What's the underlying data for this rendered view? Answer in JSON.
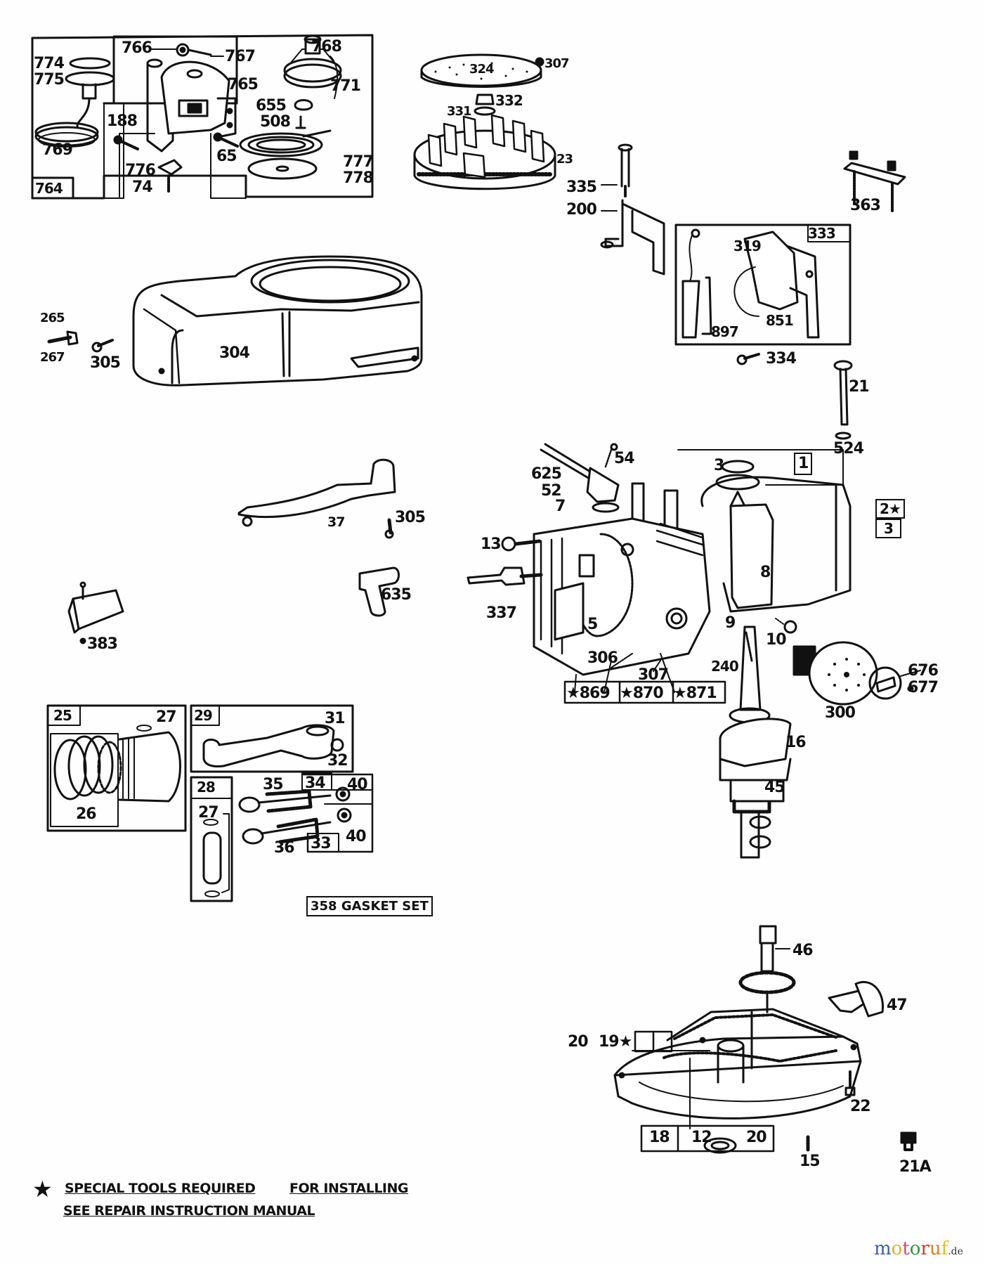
{
  "diagram": {
    "title": "Engine exploded parts diagram",
    "labels": {
      "l774": "774",
      "l775": "775",
      "l769": "769",
      "l764": "764",
      "l766": "766",
      "l767": "767",
      "l765": "765",
      "l188": "188",
      "l776": "776",
      "l74": "74",
      "l65": "65",
      "l768": "768",
      "l771": "771",
      "l655": "655",
      "l508": "508",
      "l777": "777",
      "l778": "778",
      "l324": "324",
      "l307a": "307",
      "l332": "332",
      "l331": "331",
      "l23": "23",
      "l335": "335",
      "l200": "200",
      "l363": "363",
      "l333": "333",
      "l319": "319",
      "l851": "851",
      "l897": "897",
      "l334": "334",
      "l265": "265",
      "l267": "267",
      "l305a": "305",
      "l304": "304",
      "l21": "21",
      "l524": "524",
      "l54": "54",
      "l625": "625",
      "l52": "52",
      "l7": "7",
      "l3a": "3",
      "l1": "1",
      "l2star": "2★",
      "l3b": "3",
      "l37": "37",
      "l305b": "305",
      "l13": "13",
      "l8": "8",
      "l635": "635",
      "l337": "337",
      "l5": "5",
      "l9": "9",
      "l10": "10",
      "l306": "306",
      "l307b": "307",
      "l240": "240",
      "l383": "383",
      "l869": "★869",
      "l870": "★870",
      "l871": "★871",
      "l676": "676",
      "l677": "677",
      "l300": "300",
      "l16": "16",
      "l45": "45",
      "l25": "25",
      "l27a": "27",
      "l26": "26",
      "l29": "29",
      "l31": "31",
      "l32": "32",
      "l28": "28",
      "l27b": "27",
      "l35": "35",
      "l34": "34",
      "l40a": "40",
      "l36": "36",
      "l33": "33",
      "l40b": "40",
      "l46": "46",
      "l47": "47",
      "l20a": "20",
      "l19star": "19★",
      "l22": "22",
      "l18": "18",
      "l12": "12",
      "l20b": "20",
      "l15": "15",
      "l21a": "21A"
    },
    "gasket_set": "358 GASKET SET",
    "footnote": {
      "star_icon": "★",
      "line1a": "SPECIAL TOOLS REQUIRED",
      "line1b": "FOR INSTALLING",
      "line2": "SEE REPAIR INSTRUCTION MANUAL"
    },
    "watermark": {
      "letters": [
        "m",
        "o",
        "t",
        "o",
        "r",
        "u",
        "f"
      ],
      "colors": [
        "#3a5fb0",
        "#e0b020",
        "#d84080",
        "#2a9a3a",
        "#d03a2a",
        "#e08020",
        "#e0c020"
      ],
      "suffix": ".de"
    }
  }
}
